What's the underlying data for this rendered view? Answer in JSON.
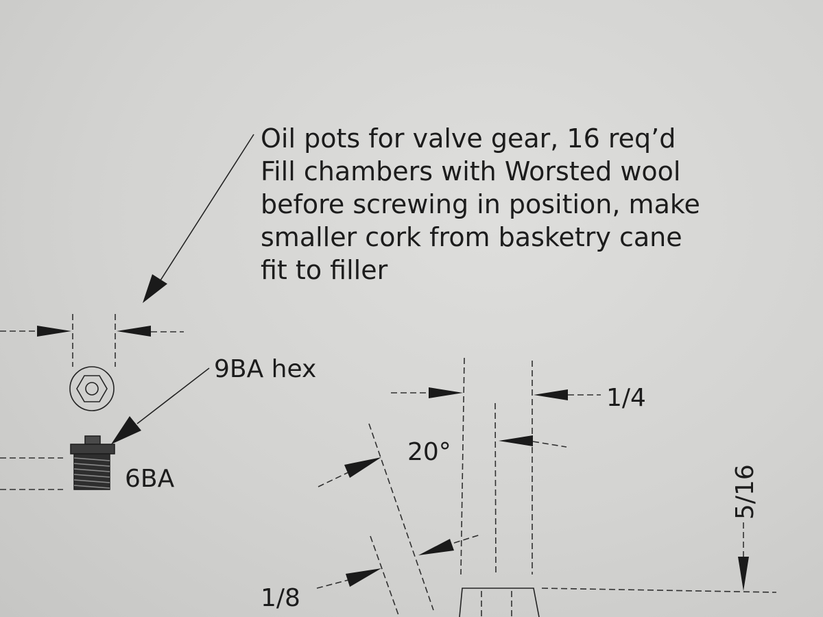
{
  "note": {
    "lines": [
      "Oil pots for valve gear, 16 req’d",
      "Fill chambers with Worsted wool",
      "before screwing in position, make",
      "smaller cork from basketry cane",
      "fit to filler"
    ]
  },
  "labels": {
    "hex": "9BA hex",
    "thread": "6BA",
    "angle": "20°",
    "dim_quarter": "1/4",
    "dim_five_sixteenths": "5/16",
    "dim_eighth": "1/8"
  }
}
